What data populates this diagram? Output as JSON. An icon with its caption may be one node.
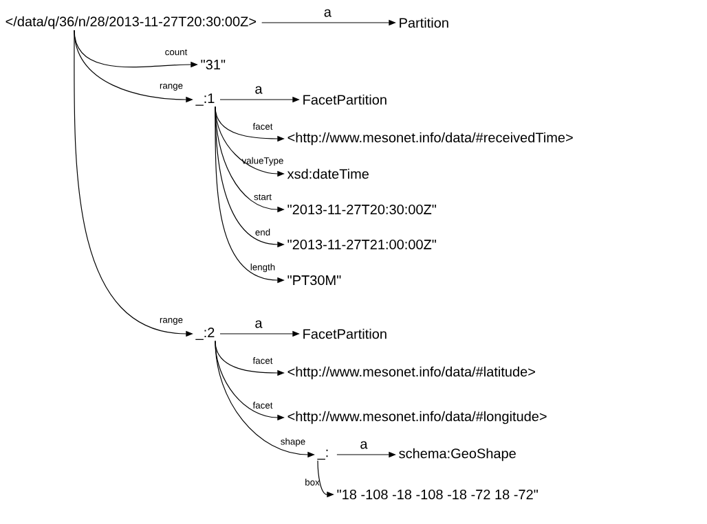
{
  "diagram": {
    "nodes": [
      {
        "text": [
          "</data/q/36/n/28/2013-11-27T20:30:00Z>"
        ]
      },
      {
        "text": [
          "Partition"
        ]
      },
      {
        "text": [
          "\"31\""
        ]
      },
      {
        "text": [
          "_:1"
        ]
      },
      {
        "text": [
          "FacetPartition"
        ]
      },
      {
        "text": [
          "<http://www.mesonet.info/data/#receivedTime>"
        ]
      },
      {
        "text": [
          "xsd:dateTime"
        ]
      },
      {
        "text": [
          "\"2013-11-27T20:30:00Z\""
        ]
      },
      {
        "text": [
          "\"2013-11-27T21:00:00Z\""
        ]
      },
      {
        "text": [
          "\"PT30M\""
        ]
      },
      {
        "text": [
          "_:2"
        ]
      },
      {
        "text": [
          "FacetPartition"
        ]
      },
      {
        "text": [
          "<http://www.mesonet.info/data/#latitude>"
        ]
      },
      {
        "text": [
          "<http://www.mesonet.info/data/#longitude>"
        ]
      },
      {
        "text": [
          "_:"
        ]
      },
      {
        "text": [
          "schema:GeoShape"
        ]
      },
      {
        "text": [
          "\"18 -108 -18 -108 -18 -72 18 -72\""
        ]
      }
    ],
    "edges": [
      {
        "from": 0,
        "to": 1,
        "arrow": "to",
        "label": "a"
      },
      {
        "from": 0,
        "to": 2,
        "arrow": "to",
        "label": "count"
      },
      {
        "from": 0,
        "to": 3,
        "arrow": "to",
        "label": "range"
      },
      {
        "from": 3,
        "to": 4,
        "arrow": "to",
        "label": "a"
      },
      {
        "from": 3,
        "to": 5,
        "arrow": "to",
        "label": "facet"
      },
      {
        "from": 3,
        "to": 6,
        "arrow": "to",
        "label": "valueType"
      },
      {
        "from": 3,
        "to": 7,
        "arrow": "to",
        "label": "start"
      },
      {
        "from": 3,
        "to": 8,
        "arrow": "to",
        "label": "end"
      },
      {
        "from": 3,
        "to": 9,
        "arrow": "to",
        "label": "length"
      },
      {
        "from": 0,
        "to": 10,
        "arrow": "to",
        "label": "range"
      },
      {
        "from": 10,
        "to": 11,
        "arrow": "to",
        "label": "a"
      },
      {
        "from": 10,
        "to": 12,
        "arrow": "to",
        "label": "facet"
      },
      {
        "from": 10,
        "to": 13,
        "arrow": "to",
        "label": "facet"
      },
      {
        "from": 10,
        "to": 14,
        "arrow": "to",
        "label": "shape"
      },
      {
        "from": 14,
        "to": 15,
        "arrow": "to",
        "label": "a"
      },
      {
        "from": 14,
        "to": 16,
        "arrow": "to",
        "label": "box"
      }
    ]
  }
}
